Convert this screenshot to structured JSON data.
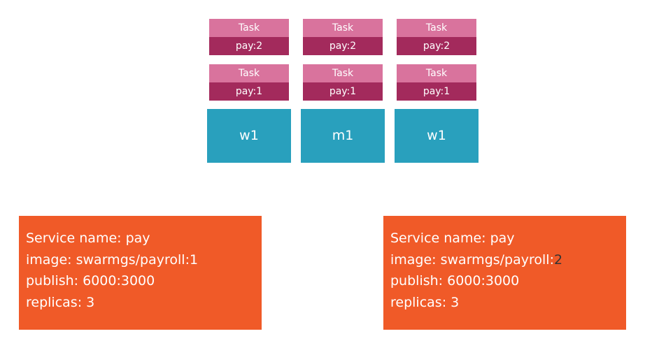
{
  "tasks_row2": [
    {
      "top": "Task",
      "bottom": "pay:2"
    },
    {
      "top": "Task",
      "bottom": "pay:2"
    },
    {
      "top": "Task",
      "bottom": "pay:2"
    }
  ],
  "tasks_row1": [
    {
      "top": "Task",
      "bottom": "pay:1"
    },
    {
      "top": "Task",
      "bottom": "pay:1"
    },
    {
      "top": "Task",
      "bottom": "pay:1"
    }
  ],
  "nodes": [
    "w1",
    "m1",
    "w1"
  ],
  "service_left": {
    "name": "Service name: pay",
    "image": "image: swarmgs/payroll:1",
    "publish": "publish: 6000:3000",
    "replicas": "replicas: 3"
  },
  "service_right": {
    "name": "Service name: pay",
    "image_prefix": "image: swarmgs/payroll:",
    "image_version": "2",
    "publish": "publish: 6000:3000",
    "replicas": "replicas: 3"
  },
  "colors": {
    "task_top": "#d9739d",
    "task_bottom": "#a32a5c",
    "node": "#29a0bd",
    "service": "#f05a28"
  }
}
